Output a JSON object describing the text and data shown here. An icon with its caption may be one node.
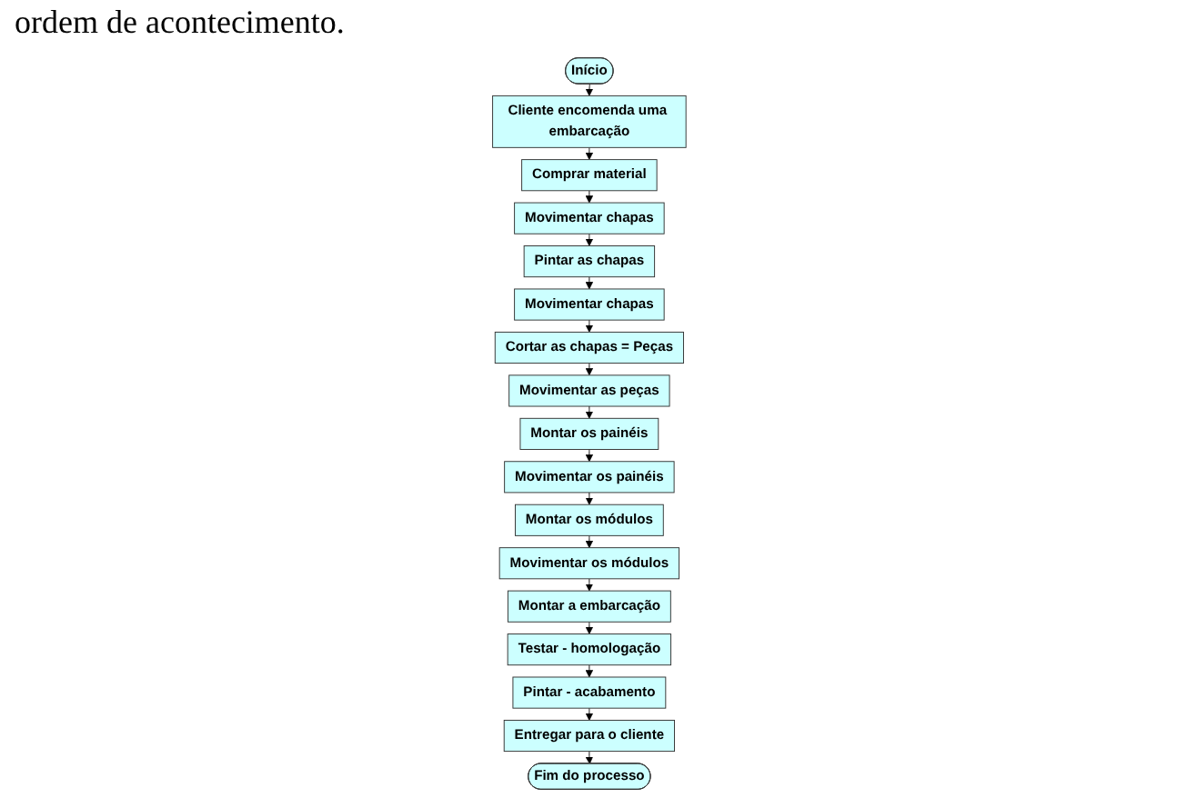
{
  "diagram": {
    "nodes": [
      {
        "text": [
          "Início"
        ]
      },
      {
        "text": [
          "Cliente encomenda uma embarcação"
        ]
      },
      {
        "text": [
          "Comprar material"
        ]
      },
      {
        "text": [
          "Movimentar chapas"
        ]
      },
      {
        "text": [
          "Pintar as chapas"
        ]
      },
      {
        "text": [
          "Movimentar chapas"
        ]
      },
      {
        "text": [
          "Cortar as chapas = Peças"
        ]
      },
      {
        "text": [
          "Movimentar as peças"
        ]
      },
      {
        "text": [
          "Montar os painéis"
        ]
      },
      {
        "text": [
          "Movimentar os painéis"
        ]
      },
      {
        "text": [
          "Montar os módulos"
        ]
      },
      {
        "text": [
          "Movimentar os módulos"
        ]
      },
      {
        "text": [
          "Montar a embarcação"
        ]
      },
      {
        "text": [
          "Testar - homologação"
        ]
      },
      {
        "text": [
          "Pintar - acabamento"
        ]
      },
      {
        "text": [
          "Entregar para o cliente"
        ]
      },
      {
        "text": [
          "Fim do processo"
        ]
      }
    ],
    "edges": [
      {
        "from": 0,
        "to": 1,
        "arrow": "to"
      },
      {
        "from": 1,
        "to": 2,
        "arrow": "to"
      },
      {
        "from": 2,
        "to": 3,
        "arrow": "to"
      },
      {
        "from": 3,
        "to": 4,
        "arrow": "to"
      },
      {
        "from": 4,
        "to": 5,
        "arrow": "to"
      },
      {
        "from": 5,
        "to": 6,
        "arrow": "to"
      },
      {
        "from": 6,
        "to": 7,
        "arrow": "to"
      },
      {
        "from": 7,
        "to": 8,
        "arrow": "to"
      },
      {
        "from": 8,
        "to": 9,
        "arrow": "to"
      },
      {
        "from": 9,
        "to": 10,
        "arrow": "to"
      },
      {
        "from": 10,
        "to": 11,
        "arrow": "to"
      },
      {
        "from": 11,
        "to": 12,
        "arrow": "to"
      },
      {
        "from": 12,
        "to": 13,
        "arrow": "to"
      },
      {
        "from": 13,
        "to": 14,
        "arrow": "to"
      },
      {
        "from": 14,
        "to": 15,
        "arrow": "to"
      },
      {
        "from": 15,
        "to": 16,
        "arrow": "to"
      }
    ],
    "labels": [
      "ordem de acontecimento."
    ]
  }
}
